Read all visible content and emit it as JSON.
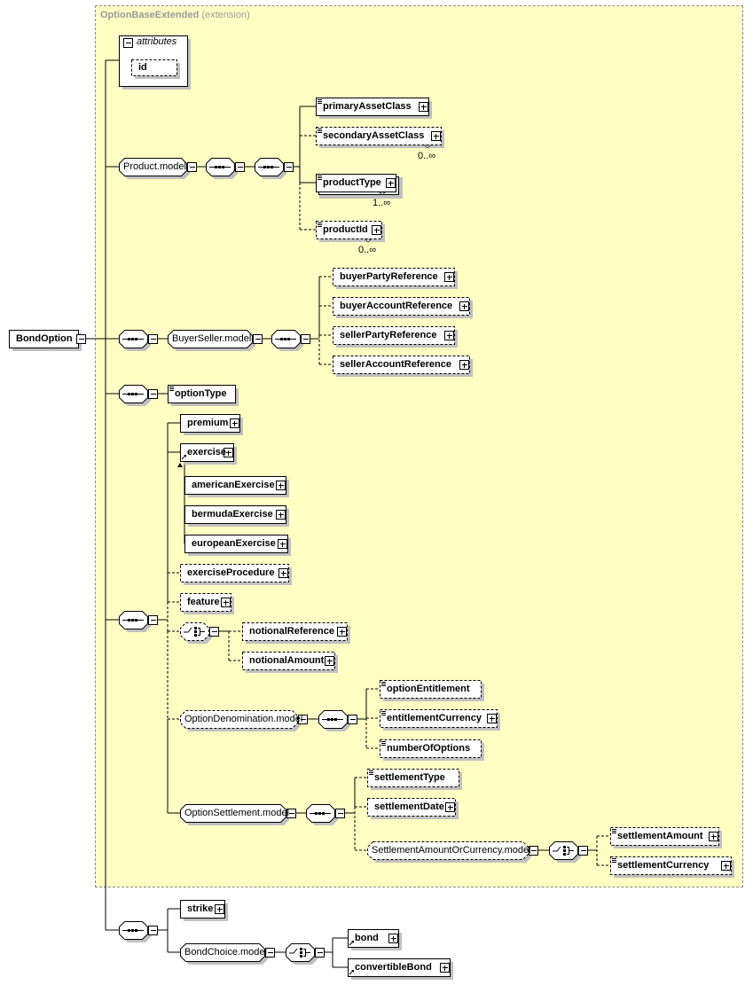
{
  "title": "OptionBaseExtended",
  "title_suffix": "(extension)",
  "attributes_label": "attributes",
  "nodes": {
    "root": {
      "label": "BondOption"
    },
    "id": {
      "label": "id",
      "optional": true
    },
    "pm": {
      "label": "Product.model"
    },
    "primaryAssetClass": {
      "label": "primaryAssetClass"
    },
    "secondaryAssetClass": {
      "label": "secondaryAssetClass",
      "optional": true,
      "cardinality": "0..∞"
    },
    "productType": {
      "label": "productType",
      "cardinality": "1..∞"
    },
    "productId": {
      "label": "productId",
      "optional": true,
      "cardinality": "0..∞"
    },
    "bsm": {
      "label": "BuyerSeller.model"
    },
    "buyerPartyReference": {
      "label": "buyerPartyReference",
      "optional": true
    },
    "buyerAccountReference": {
      "label": "buyerAccountReference",
      "optional": true
    },
    "sellerPartyReference": {
      "label": "sellerPartyReference",
      "optional": true
    },
    "sellerAccountReference": {
      "label": "sellerAccountReference",
      "optional": true
    },
    "optionType": {
      "label": "optionType"
    },
    "premium": {
      "label": "premium"
    },
    "exercise": {
      "label": "exercise"
    },
    "americanExercise": {
      "label": "americanExercise"
    },
    "bermudaExercise": {
      "label": "bermudaExercise"
    },
    "europeanExercise": {
      "label": "europeanExercise"
    },
    "exerciseProcedure": {
      "label": "exerciseProcedure",
      "optional": true
    },
    "feature": {
      "label": "feature",
      "optional": true
    },
    "notionalReference": {
      "label": "notionalReference",
      "optional": true
    },
    "notionalAmount": {
      "label": "notionalAmount",
      "optional": true
    },
    "odm": {
      "label": "OptionDenomination.model",
      "optional": true
    },
    "optionEntitlement": {
      "label": "optionEntitlement",
      "optional": true
    },
    "entitlementCurrency": {
      "label": "entitlementCurrency",
      "optional": true
    },
    "numberOfOptions": {
      "label": "numberOfOptions",
      "optional": true
    },
    "osm": {
      "label": "OptionSettlement.model"
    },
    "settlementType": {
      "label": "settlementType",
      "optional": true
    },
    "settlementDate": {
      "label": "settlementDate",
      "optional": true
    },
    "saoc": {
      "label": "SettlementAmountOrCurrency.model",
      "optional": true
    },
    "settlementAmount": {
      "label": "settlementAmount",
      "optional": true
    },
    "settlementCurrency": {
      "label": "settlementCurrency",
      "optional": true
    },
    "strike": {
      "label": "strike"
    },
    "bcm": {
      "label": "BondChoice.model"
    },
    "bond": {
      "label": "bond"
    },
    "convertibleBond": {
      "label": "convertibleBond"
    }
  }
}
